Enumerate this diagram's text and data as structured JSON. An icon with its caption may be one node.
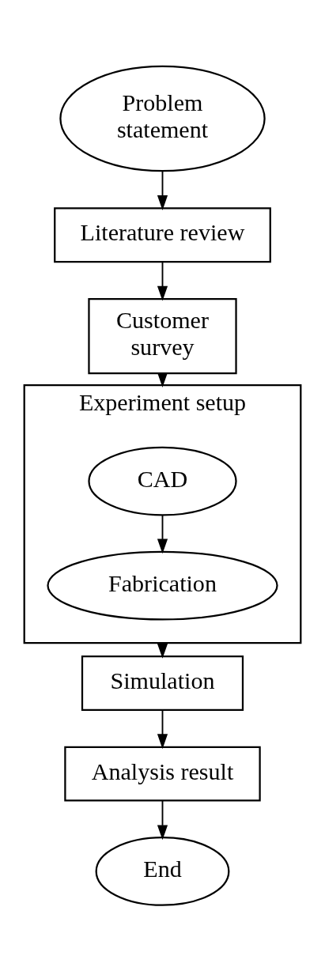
{
  "diagram": {
    "nodes": [
      {
        "text": [
          "Problem statement"
        ]
      },
      {
        "text": [
          "Literature review"
        ]
      },
      {
        "text": [
          "Customer survey"
        ]
      },
      {
        "text": [
          "Experiment setup"
        ]
      },
      {
        "text": [
          "CAD"
        ],
        "in": 3
      },
      {
        "text": [
          "Fabrication"
        ],
        "in": 3
      },
      {
        "text": [
          "Simulation"
        ]
      },
      {
        "text": [
          "Analysis result"
        ]
      },
      {
        "text": [
          "End"
        ]
      }
    ],
    "edges": [
      {
        "from": 0,
        "to": 1,
        "arrow": "to"
      },
      {
        "from": 1,
        "to": 2,
        "arrow": "to"
      },
      {
        "from": 2,
        "to": 3,
        "arrow": "to"
      },
      {
        "from": 4,
        "to": 5,
        "arrow": "to"
      },
      {
        "from": 3,
        "to": 6,
        "arrow": "to"
      },
      {
        "from": 6,
        "to": 7,
        "arrow": "to"
      },
      {
        "from": 7,
        "to": 8,
        "arrow": "to"
      }
    ]
  }
}
